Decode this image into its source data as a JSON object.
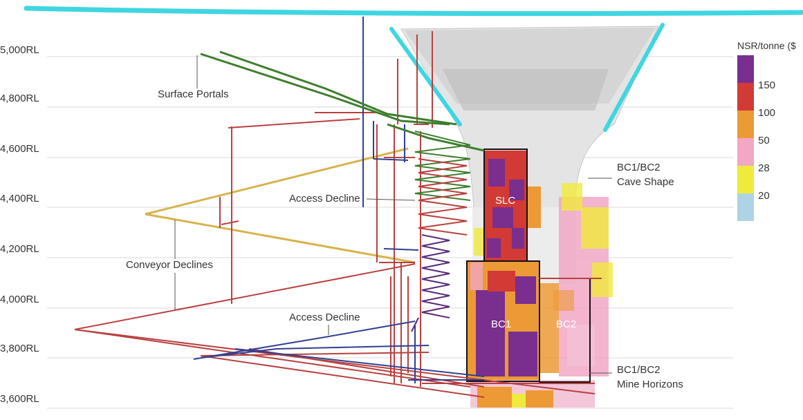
{
  "levels": [
    "5,000RL",
    "4,800RL",
    "4,600RL",
    "4,400RL",
    "4,200RL",
    "4,000RL",
    "3,800RL",
    "3,600RL"
  ],
  "labels": {
    "surface_portals": "Surface Portals",
    "conveyor_declines": "Conveyor Declines",
    "access_decline_upper": "Access Decline",
    "access_decline_lower": "Access Decline",
    "cave_shape_line1": "BC1/BC2",
    "cave_shape_line2": "Cave Shape",
    "mine_horizons_line1": "BC1/BC2",
    "mine_horizons_line2": "Mine Horizons",
    "slc": "SLC",
    "bc1": "BC1",
    "bc2": "BC2"
  },
  "legend": {
    "title": "NSR/tonne ($",
    "ticks": [
      "150",
      "100",
      "50",
      "28",
      "20"
    ],
    "colors": {
      "gt150": "#7a2e8e",
      "c100_150": "#d23a35",
      "c50_100": "#ec9a36",
      "c28_50": "#f0a8c4",
      "c20_28": "#f0ea3c",
      "lt20": "#acd4e4"
    }
  },
  "colors": {
    "green": "#3e7d2c",
    "red": "#b8403e",
    "blue": "#2e3f93",
    "yellow": "#d8b24a",
    "cyan": "#3fd6e2",
    "purple": "#5a2a7a"
  }
}
